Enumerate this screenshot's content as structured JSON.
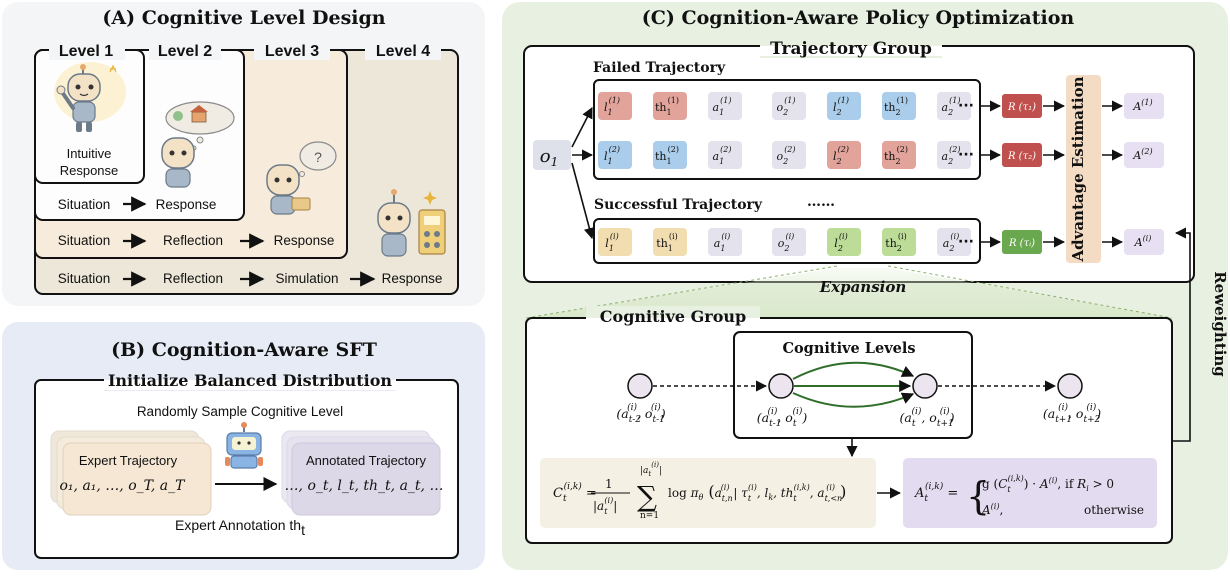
{
  "panel_a": {
    "title": "(A) Cognitive Level Design",
    "levels": [
      "Level 1",
      "Level 2",
      "Level 3",
      "Level 4"
    ],
    "level1_caption": [
      "Intuitive",
      "Response"
    ],
    "rows": [
      [
        "Situation",
        "Response"
      ],
      [
        "Situation",
        "Reflection",
        "Response"
      ],
      [
        "Situation",
        "Reflection",
        "Simulation",
        "Response"
      ]
    ]
  },
  "panel_b": {
    "title": "(B) Cognition-Aware SFT",
    "box_title": "Initialize Balanced Distribution",
    "sample_text": "Randomly Sample Cognitive Level",
    "expert_title": "Expert Trajectory",
    "expert_seq": "o₁, a₁, …, o_T, a_T",
    "annotated_title": "Annotated Trajectory",
    "annotated_seq": "…, o_t, l_t, th_t, a_t, …",
    "annotation_text": "Expert Annotation th",
    "annotation_sub": "t"
  },
  "panel_c": {
    "title": "(C) Cognition-Aware Policy Optimization",
    "trajectory_group": "Trajectory Group",
    "failed_label": "Failed Trajectory",
    "successful_label": "Successful  Trajectory",
    "ellipsis": "……",
    "o1": "o",
    "o1_sub": "1",
    "rows": [
      {
        "tokens": [
          [
            "l",
            "1",
            "(1)",
            "red"
          ],
          [
            "th",
            "1",
            "(1)",
            "red"
          ],
          [
            "a",
            "1",
            "(1)",
            "gray"
          ],
          [
            "o",
            "2",
            "(1)",
            "gray"
          ],
          [
            "l",
            "2",
            "(1)",
            "blue"
          ],
          [
            "th",
            "2",
            "(1)",
            "blue"
          ],
          [
            "a",
            "2",
            "(1)",
            "gray"
          ]
        ],
        "reward": "R (τ₁)",
        "reward_color": "#c0504d",
        "adv": "(1)"
      },
      {
        "tokens": [
          [
            "l",
            "1",
            "(2)",
            "blue"
          ],
          [
            "th",
            "1",
            "(2)",
            "blue"
          ],
          [
            "a",
            "1",
            "(2)",
            "gray"
          ],
          [
            "o",
            "2",
            "(2)",
            "gray"
          ],
          [
            "l",
            "2",
            "(2)",
            "red"
          ],
          [
            "th",
            "2",
            "(2)",
            "red"
          ],
          [
            "a",
            "2",
            "(2)",
            "gray"
          ]
        ],
        "reward": "R (τ₂)",
        "reward_color": "#c0504d",
        "adv": "(2)"
      },
      {
        "tokens": [
          [
            "l",
            "1",
            "(i)",
            "yellow"
          ],
          [
            "th",
            "1",
            "(i)",
            "yellow"
          ],
          [
            "a",
            "1",
            "(i)",
            "gray"
          ],
          [
            "o",
            "2",
            "(i)",
            "gray"
          ],
          [
            "l",
            "2",
            "(i)",
            "green"
          ],
          [
            "th",
            "2",
            "(i)",
            "green"
          ],
          [
            "a",
            "2",
            "(i)",
            "gray"
          ]
        ],
        "reward": "R (τᵢ)",
        "reward_color": "#6aa84f",
        "adv": "(i)"
      }
    ],
    "row_ellipsis": "···",
    "advantage": "Advantage Estimation",
    "adv_symbol": "A",
    "expansion": "Expansion",
    "reweighting": "Reweighting",
    "cognitive_group": "Cognitive Group",
    "cognitive_levels": "Cognitive Levels",
    "nodes": [
      "(a_{t-2}^{(i)}, o_{t-1}^{(i)})",
      "(a_{t-1}^{(i)}, o_t^{(i)})",
      "(a_t^{(i)}, o_{t+1}^{(i)})",
      "(a_{t+1}^{(i)}, o_{t+2}^{(i)})"
    ],
    "formula_c": "C_t^{(i,k)} = 1/|a_t^{(i)}| Σ_{n=1}^{|a_t^{(i)}|} log π_θ (a_{t,n}^{(i)} | τ_t^{(i)}, l_k, th_t^{(i,k)}, a_{t,<n}^{(i)})",
    "formula_a_case1": "g (C_t^{(i,k)}) · A^{(i)}, if R_i > 0",
    "formula_a_case2_left": "A^{(i)},",
    "formula_a_case2_right": "otherwise"
  },
  "colors": {
    "panel_a_bg": "#f3f5f6",
    "panel_b_bg": "#e6ebf6",
    "panel_c_bg": "#e8f0e2",
    "red": "#e2a39b",
    "blue": "#a9cdea",
    "yellow": "#f2ddb0",
    "green": "#bcdc98",
    "gray": "#e4e2ec",
    "adv_bg": "#f4dcc4",
    "adv_out": "#e6e0f2",
    "formula_a_bg": "#e3dbef"
  }
}
